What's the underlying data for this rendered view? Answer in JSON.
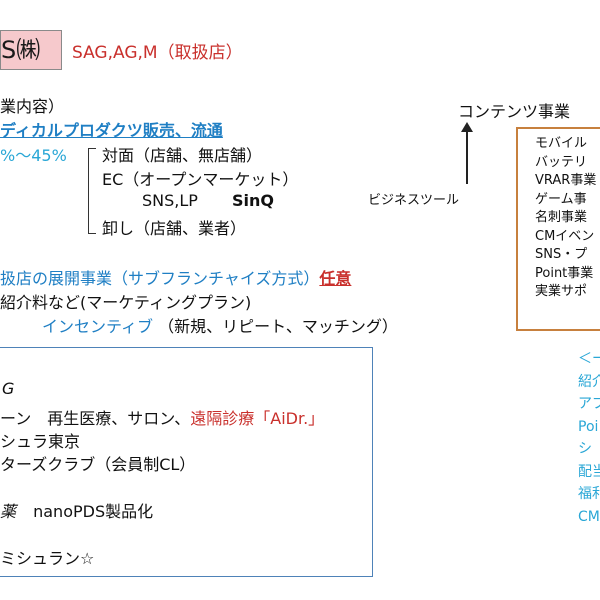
{
  "header": {
    "company": "S㈱",
    "roles": "SAG,AG,M（取扱店）"
  },
  "business": {
    "heading": "業内容）",
    "main_title": "ディカルプロダクツ販売、流通",
    "percent": "%〜45%",
    "channels": [
      "対面（店舗、無店舗）",
      "EC（オープンマーケット）"
    ],
    "sns_label": "SNS,LP",
    "sns_brand": "SinQ",
    "wholesale": "卸し（店舗、業者）"
  },
  "content_business": {
    "title": "コンテンツ事業",
    "tool_label": "ビジネスツール",
    "items": [
      "モバイル",
      "バッテリ",
      "VRAR事業",
      "ゲーム事",
      "名刺事業",
      "CMイベン",
      "SNS・プ",
      "Point事業",
      "実業サポ"
    ]
  },
  "franchise": {
    "title": "扱店の展開事業（サブフランチャイズ方式）",
    "optional": "任意",
    "referral": "紹介料など(マーケティングプラン)",
    "incentive_label": "インセンティブ",
    "incentive_detail": "（新規、リピート、マッチング）"
  },
  "bottom_box": {
    "g_label": "G",
    "line1_prefix": "ーン　再生医療、サロン、",
    "line1_red": "遠隔診療「AiDr.」",
    "line2": "シュラ東京",
    "line3": "ターズクラブ（会員制CL）",
    "line4_prefix": "薬",
    "line4_rest": "nanoPDS製品化",
    "line5": "ミシュラン☆"
  },
  "right_cyan": {
    "items": [
      "＜ー",
      "紹介",
      "アプ",
      "Poi",
      "シ",
      "配当",
      "福利",
      "CM"
    ]
  },
  "colors": {
    "red": "#c9302c",
    "blue": "#1f7fc4",
    "cyan": "#2aa7d6",
    "pink_box": "#f6c9cc",
    "orange_border": "#c7803e",
    "blue_border": "#4e82b8"
  }
}
